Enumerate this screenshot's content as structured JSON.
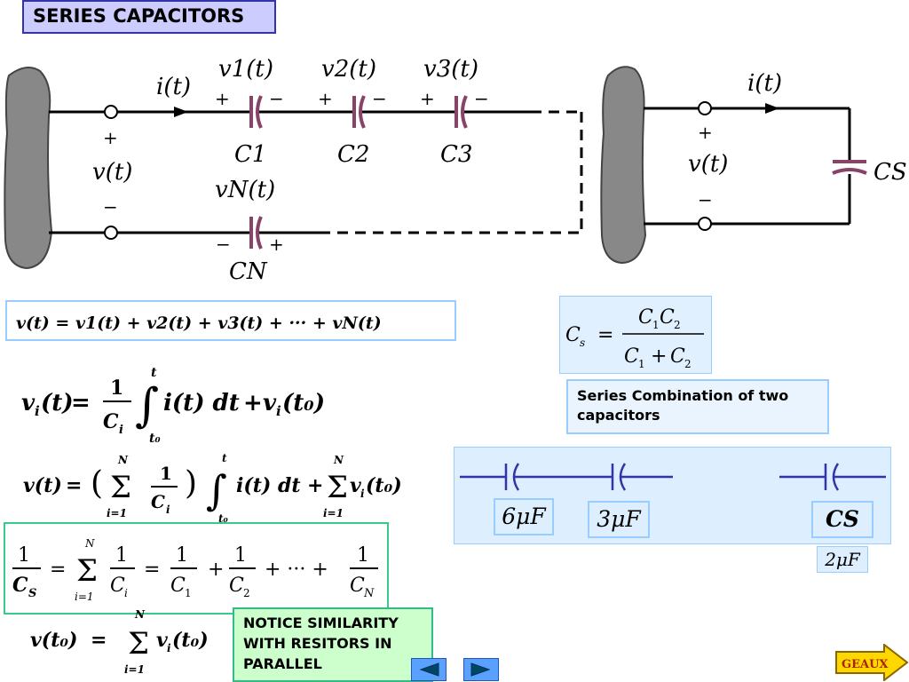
{
  "title": "SERIES CAPACITORS",
  "circuit_left": {
    "current_label": "i(t)",
    "voltage_label": "v(t)",
    "plus": "+",
    "minus": "−",
    "capacitors": [
      {
        "voltage": "v1(t)",
        "name": "C1"
      },
      {
        "voltage": "v2(t)",
        "name": "C2"
      },
      {
        "voltage": "v3(t)",
        "name": "C3"
      }
    ],
    "bottom_capacitor": {
      "voltage": "vN(t)",
      "name": "CN"
    }
  },
  "circuit_right": {
    "current_label": "i(t)",
    "voltage_label": "v(t)",
    "plus": "+",
    "minus": "−",
    "cap_name": "CS"
  },
  "equations": {
    "kvl": "v(t) = v1(t) + v2(t) + v3(t) + ··· + vN(t)",
    "vi": "vi(t) = (1/Ci) ∫ i(t) dt + vi(t0)",
    "sum": "v(t) = (Σ 1/Ci) ∫ i(t) dt + Σ vi(t0)",
    "cs": "1/CS = Σ 1/Ci = 1/C1 + 1/C2 + ··· + 1/CN",
    "v0": "v(t0) = Σ vi(t0)"
  },
  "two_cap_formula": "Cs = C1C2 / (C1 + C2)",
  "two_cap_description": "Series Combination of two capacitors",
  "example": {
    "value1": "6μF",
    "value2": "3μF",
    "result_label": "CS =",
    "result_value": "2μF"
  },
  "notice_text": "NOTICE SIMILARITY WITH RESITORS IN PARALLEL",
  "nav": {
    "prev": "◀",
    "next": "▶",
    "geaux": "GEAUX"
  },
  "colors": {
    "capacitor": "#884466",
    "accent_blue": "#99ccff",
    "title_bg": "#ccccff",
    "notice_bg": "#ccffcc",
    "geaux_bg": "#ffd700"
  }
}
